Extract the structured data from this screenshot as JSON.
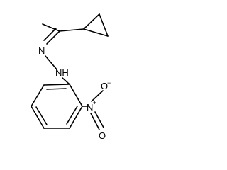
{
  "diagram": {
    "type": "chemical-structure",
    "atoms": {
      "n_imine": "N",
      "nh": "NH",
      "n_nitro": "N",
      "n_nitro_charge": "+",
      "o_top": "O",
      "o_top_charge": "−",
      "o_bottom": "O"
    }
  }
}
